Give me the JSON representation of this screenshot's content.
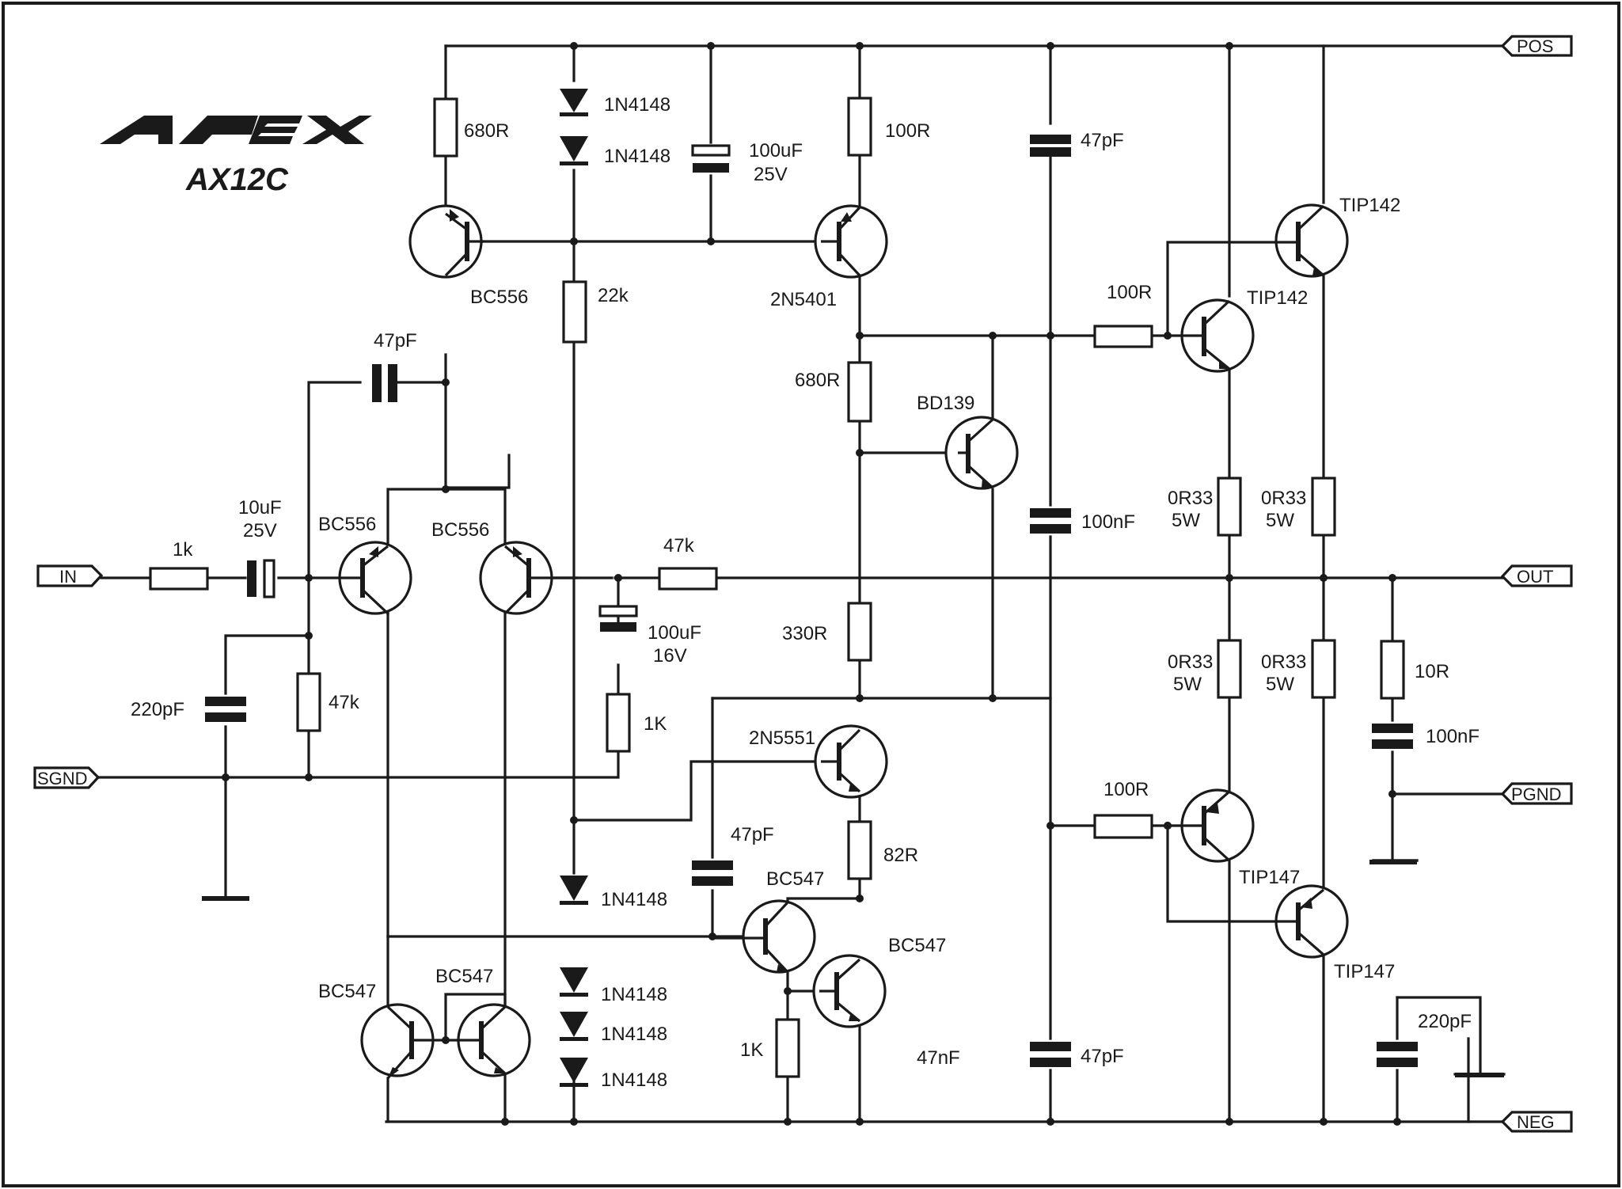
{
  "title": {
    "logo": "APEX",
    "model": "AX12C"
  },
  "ports": {
    "pos": "POS",
    "in": "IN",
    "out": "OUT",
    "sgnd": "SGND",
    "pgnd": "PGND",
    "neg": "NEG"
  },
  "labels": {
    "r_680r_a": "680R",
    "d_1n4148_a": "1N4148",
    "d_1n4148_b": "1N4148",
    "c_100uf_a": "100uF",
    "c_25v_a": "25V",
    "r_100r_a": "100R",
    "c_47pf_rail_top": "47pF",
    "q_bc556_top": "BC556",
    "r_22k": "22k",
    "q_2n5401": "2N5401",
    "q_tip142_a": "TIP142",
    "r_100r_b": "100R",
    "q_tip142_b": "TIP142",
    "c_47pf_fb": "47pF",
    "r_680r_b": "680R",
    "q_bd139": "BD139",
    "c_10uf": "10uF",
    "c_25v_b": "25V",
    "q_bc556_l": "BC556",
    "q_bc556_r": "BC556",
    "r_47k_fb": "47k",
    "c_100nf_rail": "100nF",
    "r_0r33_a": "0R33",
    "w_5w_a": "5W",
    "r_0r33_b": "0R33",
    "w_5w_b": "5W",
    "r_1k_in": "1k",
    "c_100uf_b": "100uF",
    "c_16v": "16V",
    "r_330r": "330R",
    "r_0r33_c": "0R33",
    "w_5w_c": "5W",
    "r_0r33_d": "0R33",
    "w_5w_d": "5W",
    "r_10r": "10R",
    "c_220pf_in": "220pF",
    "r_47k_in": "47k",
    "r_1k_fb": "1K",
    "q_2n5551": "2N5551",
    "c_100nf_out": "100nF",
    "r_100r_c": "100R",
    "c_47pf_vas": "47pF",
    "r_82r": "82R",
    "d_1n4148_c": "1N4148",
    "q_bc547_top": "BC547",
    "q_bc547_right": "BC547",
    "q_tip147_a": "TIP147",
    "q_tip147_b": "TIP147",
    "c_220pf_out": "220pF",
    "q_bc547_ml": "BC547",
    "q_bc547_mr": "BC547",
    "d_1n4148_d": "1N4148",
    "d_1n4148_e": "1N4148",
    "d_1n4148_f": "1N4148",
    "r_1k_bias": "1K",
    "c_47nf": "47nF",
    "c_47pf_rail_bot": "47pF"
  }
}
